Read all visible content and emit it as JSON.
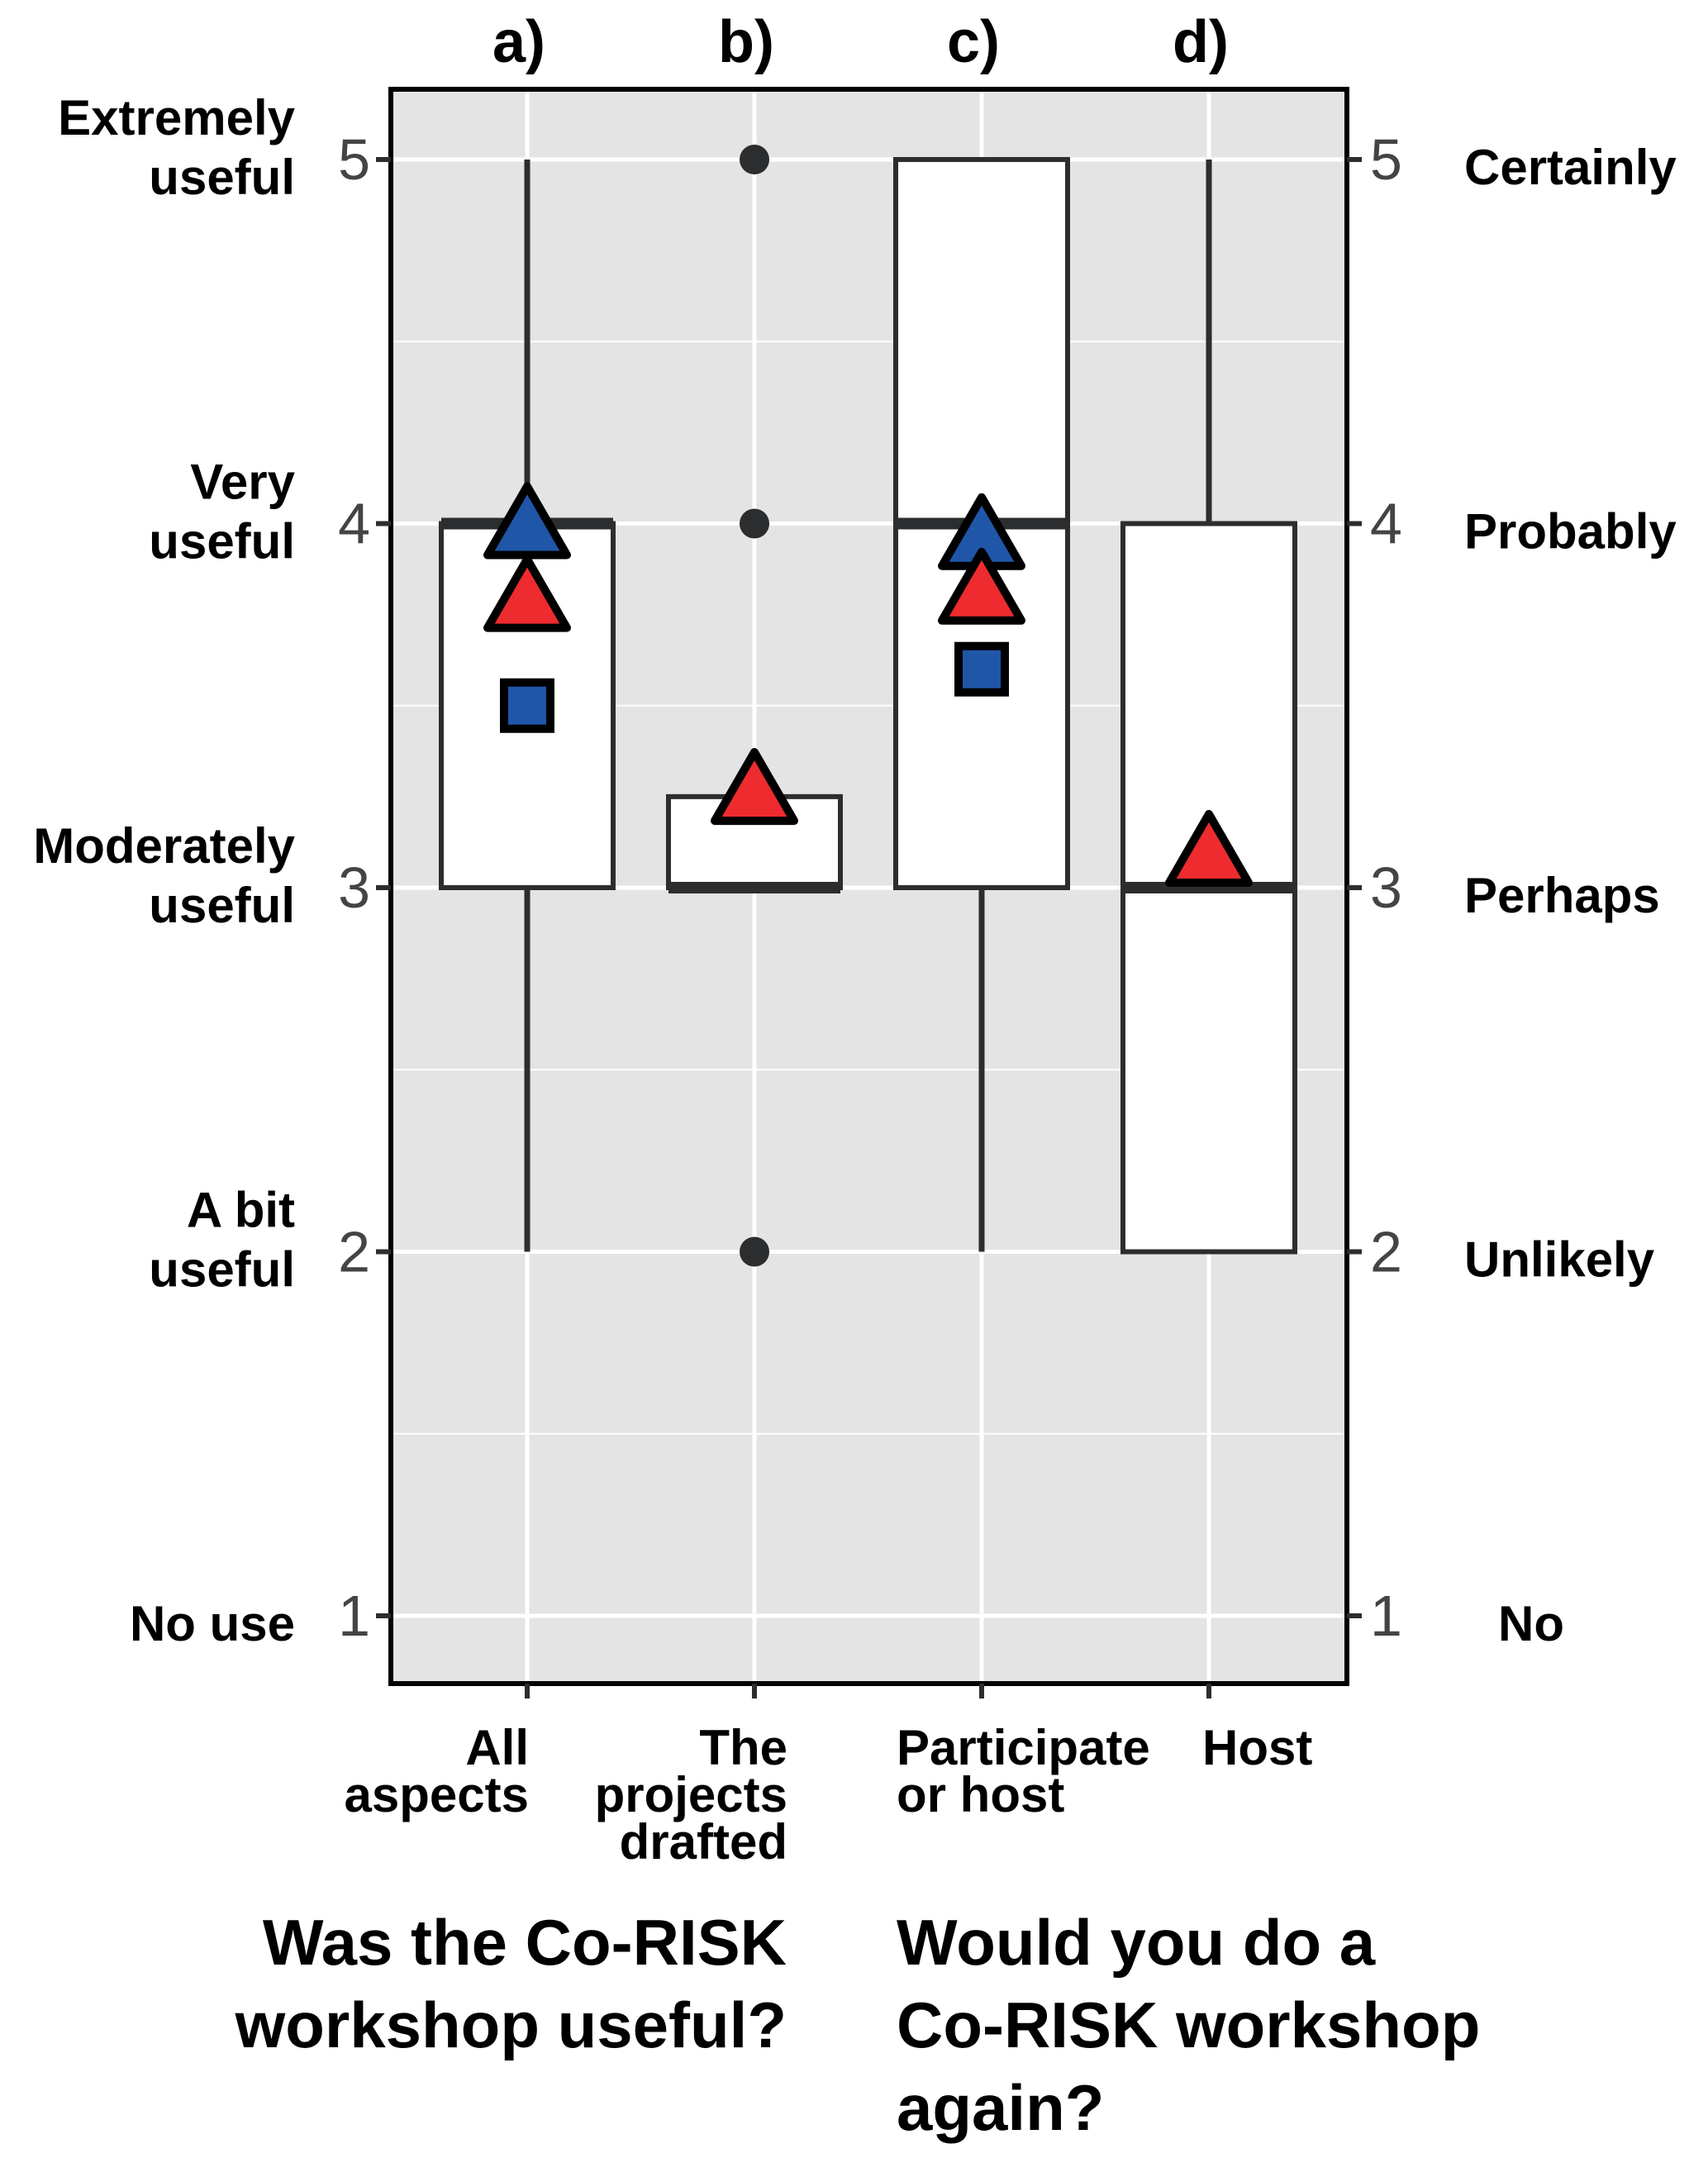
{
  "chart_data": {
    "type": "box",
    "panel_labels": [
      "a)",
      "b)",
      "c)",
      "d)"
    ],
    "categories": [
      [
        "All",
        "aspects"
      ],
      [
        "The",
        "projects",
        "drafted"
      ],
      [
        "Participate",
        "or host"
      ],
      [
        "Host"
      ]
    ],
    "ylim": [
      0.8,
      5.2
    ],
    "y_ticks": [
      1,
      2,
      3,
      4,
      5
    ],
    "left_axis_labels": [
      [
        "No use"
      ],
      [
        "A bit",
        "useful"
      ],
      [
        "Moderately",
        "useful"
      ],
      [
        "Very",
        "useful"
      ],
      [
        "Extremely",
        "useful"
      ]
    ],
    "right_axis_labels": [
      "No",
      "Unlikely",
      "Perhaps",
      "Probably",
      "Certainly"
    ],
    "grid": true,
    "boxes": [
      {
        "q1": 3,
        "median": 4,
        "q3": 4,
        "whisker_low": 2,
        "whisker_high": 5,
        "outliers": []
      },
      {
        "q1": 3,
        "median": 3,
        "q3": 3.25,
        "whisker_low": 3,
        "whisker_high": 3.25,
        "outliers": [
          5,
          4,
          2
        ]
      },
      {
        "q1": 3,
        "median": 4,
        "q3": 5,
        "whisker_low": 2,
        "whisker_high": 5,
        "outliers": []
      },
      {
        "q1": 2,
        "median": 3,
        "q3": 4,
        "whisker_low": 2,
        "whisker_high": 5,
        "outliers": []
      }
    ],
    "markers": [
      {
        "category": 0,
        "shape": "triangle",
        "color": "#1f56a8",
        "value": 4.0
      },
      {
        "category": 0,
        "shape": "triangle",
        "color": "#ee2b2e",
        "value": 3.8
      },
      {
        "category": 0,
        "shape": "square",
        "color": "#1f56a8",
        "value": 3.5
      },
      {
        "category": 1,
        "shape": "triangle",
        "color": "#ee2b2e",
        "value": 3.27
      },
      {
        "category": 2,
        "shape": "triangle",
        "color": "#1f56a8",
        "value": 3.97
      },
      {
        "category": 2,
        "shape": "triangle",
        "color": "#ee2b2e",
        "value": 3.82
      },
      {
        "category": 2,
        "shape": "square",
        "color": "#1f56a8",
        "value": 3.6
      },
      {
        "category": 3,
        "shape": "triangle",
        "color": "#ee2b2e",
        "value": 3.1
      }
    ],
    "group_titles": [
      [
        "Was the Co-RISK",
        "workshop useful?"
      ],
      [
        "Would you do a",
        "Co-RISK workshop",
        "again?"
      ]
    ],
    "colors": {
      "panel_bg": "#e3e4e3",
      "grid": "#ffffff",
      "box_line": "#2b2d2f"
    }
  }
}
